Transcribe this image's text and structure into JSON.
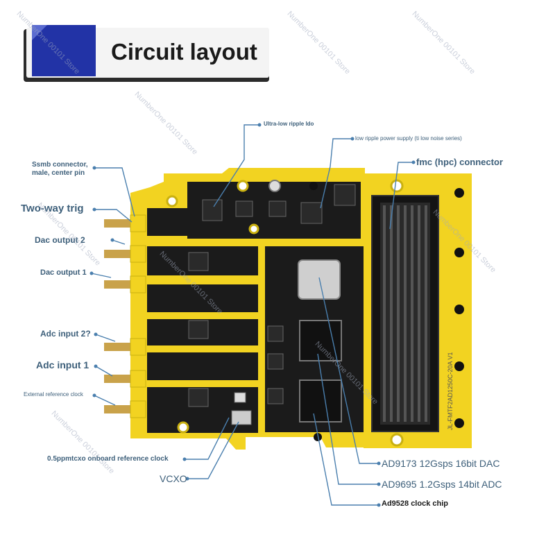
{
  "header": {
    "title": "Circuit layout"
  },
  "labels": {
    "ssmb": [
      "Ssmb connector,",
      "male, center pin"
    ],
    "two_way_trig": "Two-way trig",
    "dac_output_2": "Dac output 2",
    "dac_output_1": "Dac output 1",
    "adc_input_2": "Adc input 2?",
    "adc_input_1": "Adc input 1",
    "external_reference_clock": "External reference clock",
    "tcxo": "0.5ppmtcxo onboard reference clock",
    "vcxo": "VCXO",
    "ultra_low_ripple_ldo": "Ultra-low ripple ldo",
    "low_ripple_power_supply": "low ripple power supply (ti low noise series)",
    "fmc_connector": "fmc (hpc) connector",
    "ad9173": "AD9173 12Gsps 16bit DAC",
    "ad9695": "AD9695 1.2Gsps 14bit ADC",
    "ad9528": "Ad9528 clock chip"
  },
  "board": {
    "silkscreen": "JL-FMTF2AD1250C-20A V1"
  },
  "watermark": "NumberOne 00101 Store",
  "colors": {
    "pcb": "#f2d321",
    "pcb_dark": "#1b1b1b",
    "callout": "#4a7fae",
    "header_blue": "#2233a6"
  }
}
